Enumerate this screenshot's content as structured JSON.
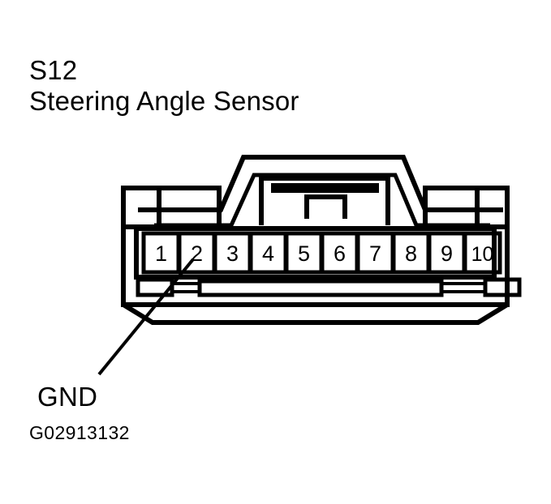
{
  "figure": {
    "connector_code": "S12",
    "connector_name": "Steering Angle Sensor",
    "figure_id": "G02913132",
    "line_color": "#000000",
    "background_color": "#ffffff",
    "connector_type": "10-pin female connector face view"
  },
  "callouts": [
    {
      "label": "GND",
      "pin": "2"
    }
  ],
  "pins": [
    {
      "number": "1"
    },
    {
      "number": "2"
    },
    {
      "number": "3"
    },
    {
      "number": "4"
    },
    {
      "number": "5"
    },
    {
      "number": "6"
    },
    {
      "number": "7"
    },
    {
      "number": "8"
    },
    {
      "number": "9"
    },
    {
      "number": "10"
    }
  ]
}
